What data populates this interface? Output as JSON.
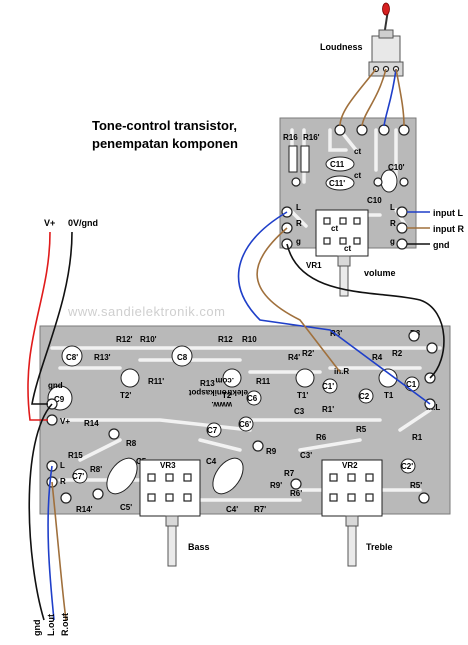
{
  "diagram": {
    "title_line1": "Tone-control transistor,",
    "title_line2": "penempatan komponen",
    "watermark": "www.sandielektronik.com",
    "pcb_stamp_line1": "www.",
    "pcb_stamp_line2": "elektronikaspot",
    "pcb_stamp_line3": ".com",
    "loudness_label": "Loudness",
    "volume_label": "volume",
    "bass_label": "Bass",
    "treble_label": "Treble",
    "supply": {
      "vplus": "V+",
      "gnd": "0V/gnd"
    },
    "connectors": {
      "input_l": "input L",
      "input_r": "input R",
      "gnd": "gnd",
      "out_gnd": "gnd",
      "out_l": "L.out",
      "out_r": "R.out"
    },
    "top_board": {
      "components": [
        "R16",
        "R16'",
        "C11",
        "C11'",
        "C10",
        "C10'",
        "ct",
        "ct",
        "ct",
        "ct",
        "VR1",
        "L",
        "R",
        "g"
      ]
    },
    "main_board": {
      "components": [
        "R3'",
        "R12'",
        "R10'",
        "R12",
        "R10",
        "R4'",
        "R2'",
        "R4",
        "R2",
        "R3",
        "C8'",
        "C8",
        "R13'",
        "R13",
        "R11'",
        "R11",
        "T2'",
        "T2",
        "T1'",
        "T1",
        "C9",
        "C6",
        "C6'",
        "C7",
        "C7'",
        "C1'",
        "C1",
        "C2",
        "C2'",
        "C3",
        "C3'",
        "R1'",
        "R1",
        "R5",
        "R5'",
        "R6",
        "R6'",
        "R7",
        "R7'",
        "R8",
        "R8'",
        "R9",
        "R9'",
        "R14",
        "R14'",
        "R15",
        "C4",
        "C4'",
        "C5",
        "C5'",
        "VR2",
        "VR3",
        "in.R",
        "in.L",
        "g",
        "gnd",
        "V+",
        "L",
        "R",
        "ct"
      ]
    },
    "colors": {
      "pcb": "#b9b9b9",
      "trace": "#f2f2f2",
      "wire_red": "#e01b1b",
      "wire_black": "#111111",
      "wire_blue": "#1f3fc9",
      "wire_brown": "#a0703c",
      "switch_lever": "#d62020"
    }
  }
}
